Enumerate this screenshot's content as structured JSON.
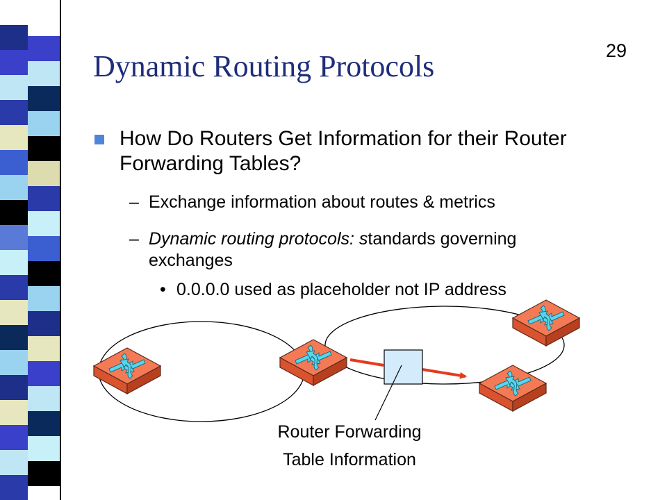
{
  "slide": {
    "number": "29",
    "title": "Dynamic Routing Protocols"
  },
  "bullets": {
    "main": "How Do Routers Get Information for their Router Forwarding Tables?",
    "sub1": "Exchange information about routes & metrics",
    "sub2_italic": "Dynamic routing protocols: s",
    "sub2_rest": "tandards governing exchanges",
    "sub3": "0.0.0.0 used as placeholder not IP address"
  },
  "diagram": {
    "caption_line1": "Router Forwarding",
    "caption_line2": "Table Information",
    "icons": [
      "router-icon",
      "router-icon",
      "router-icon",
      "router-icon"
    ]
  },
  "colors": {
    "title": "#1f2d7a",
    "bullet_square": "#4f86d9",
    "router_top": "#f47a55",
    "router_side": "#d8532e",
    "router_arrows": "#5ad6ea",
    "table_box": "#d3ebfb",
    "flow_arrow": "#e63a1c"
  }
}
